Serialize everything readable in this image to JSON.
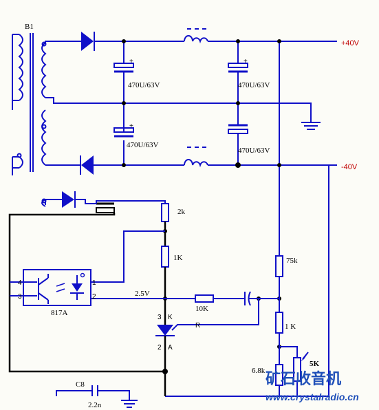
{
  "labels": {
    "transformer": "B1",
    "cap_top_left": "470U/63V",
    "cap_top_right": "470U/63V",
    "cap_bot_left": "470U/63V",
    "cap_bot_right": "470U/63V",
    "vpos": "+40V",
    "vneg": "-40V",
    "r_2k": "2k",
    "r_1k_left": "1K",
    "r_75k": "75k",
    "r_1k_right": "1 K",
    "r_10k": "10K",
    "r_6k8": "6.8k",
    "pot_5k": "5K",
    "voltage_2v5": "2.5V",
    "opto_name": "817A",
    "opto_pin4": "4",
    "opto_pin3": "3",
    "opto_pin1": "1",
    "opto_pin2": "2",
    "tl431_pin3": "3",
    "tl431_k": "K",
    "tl431_r": "R",
    "tl431_pin2": "2",
    "tl431_a": "A",
    "c8_name": "C8",
    "c8_value": "2.2n"
  },
  "watermark": {
    "cn": "矿石收音机",
    "url": "www.crystalradio.cn"
  },
  "colors": {
    "wire": "#1010c8",
    "watermark": "#1f4fb8",
    "voltage_label": "#c00000"
  }
}
